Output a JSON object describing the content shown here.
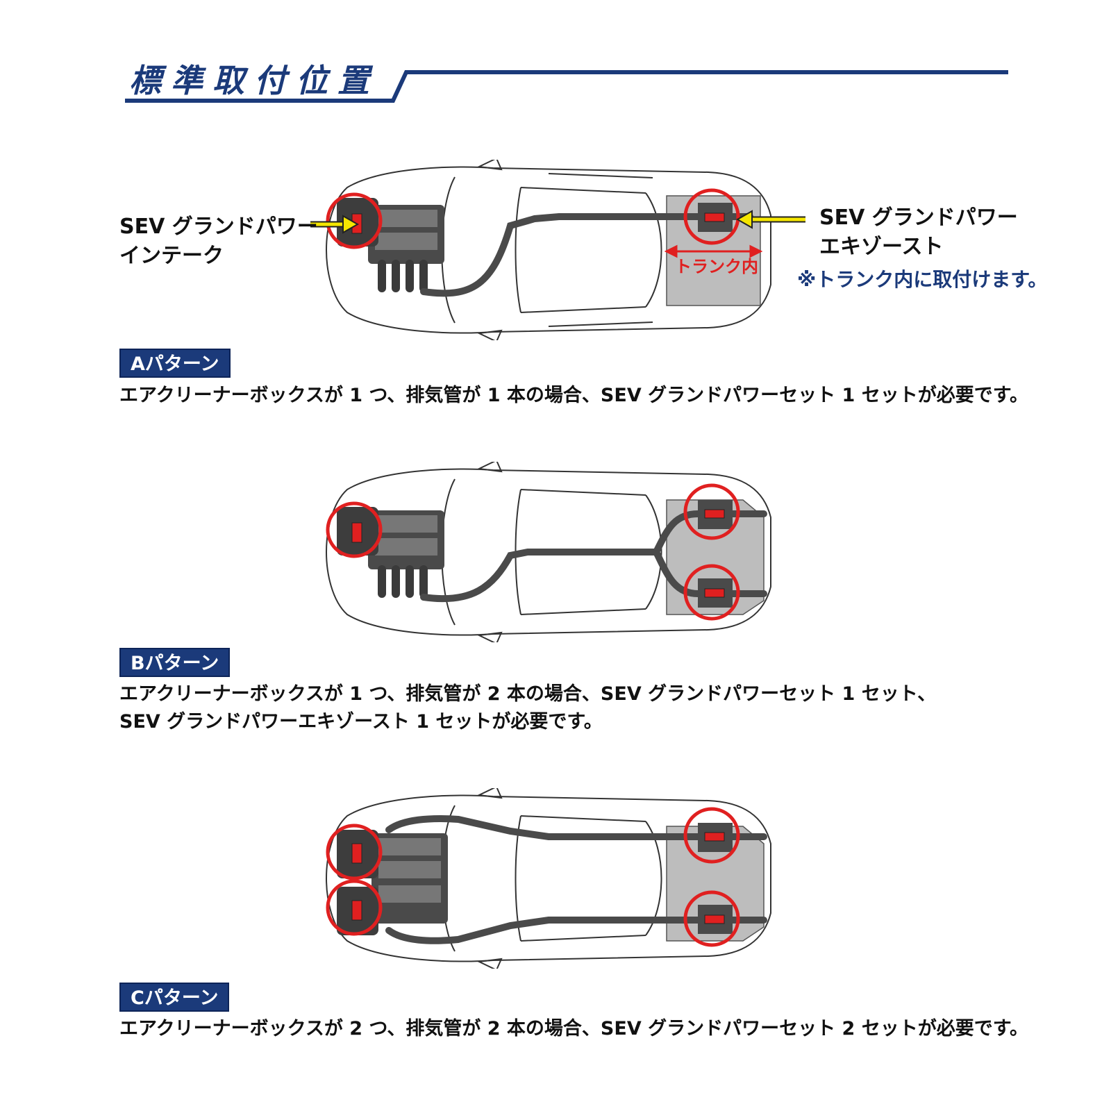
{
  "header": {
    "title": "標準取付位置"
  },
  "colors": {
    "accent": "#1b3a7a",
    "marker": "#e02020",
    "arrow": "#f5e600"
  },
  "diagram_a": {
    "intake_label_line1": "SEV グランドパワー",
    "intake_label_line2": "インテーク",
    "exhaust_label_line1": "SEV グランドパワー",
    "exhaust_label_line2": "エキゾースト",
    "trunk_label": "トランク内",
    "note": "※トランク内に取付けます。"
  },
  "patterns": [
    {
      "badge": "Aパターン",
      "lines": [
        "エアクリーナーボックスが 1 つ、排気管が 1 本の場合、SEV グランドパワーセット 1 セットが必要です。"
      ]
    },
    {
      "badge": "Bパターン",
      "lines": [
        "エアクリーナーボックスが 1 つ、排気管が 2 本の場合、SEV グランドパワーセット 1 セット、",
        "SEV グランドパワーエキゾースト 1 セットが必要です。"
      ]
    },
    {
      "badge": "Cパターン",
      "lines": [
        "エアクリーナーボックスが 2 つ、排気管が 2 本の場合、SEV グランドパワーセット 2 セットが必要です。"
      ]
    }
  ]
}
